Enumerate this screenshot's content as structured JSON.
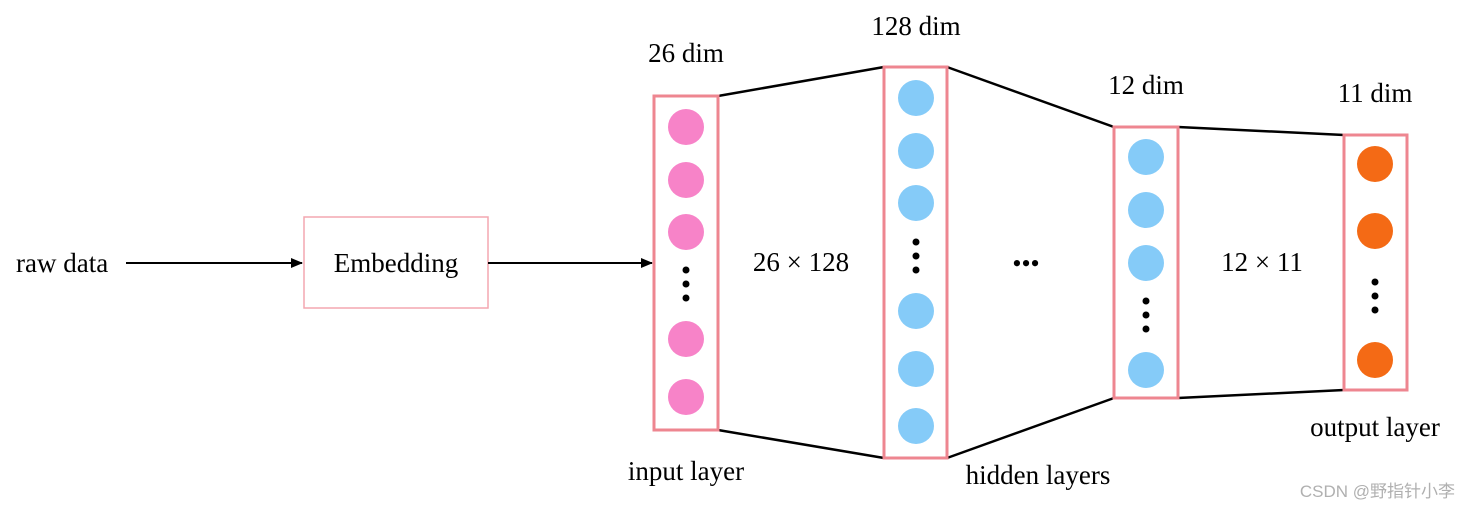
{
  "labels": {
    "raw_data": "raw data",
    "embedding": "Embedding",
    "input_dim": "26 dim",
    "hidden_dim_1": "128 dim",
    "hidden_dim_2": "12 dim",
    "output_dim": "11 dim",
    "weight_1": "26 × 128",
    "weight_2": "12 × 11",
    "input_layer": "input layer",
    "hidden_layers": "hidden layers",
    "output_layer": "output layer",
    "ellipsis": "•••"
  },
  "watermark": "CSDN @野指针小李",
  "colors": {
    "input_node": "#f783c8",
    "hidden_node": "#85cbf8",
    "output_node": "#f46a15",
    "layer_border": "#ee8690",
    "embedding_border": "#f4a7b0",
    "line": "#000000"
  }
}
